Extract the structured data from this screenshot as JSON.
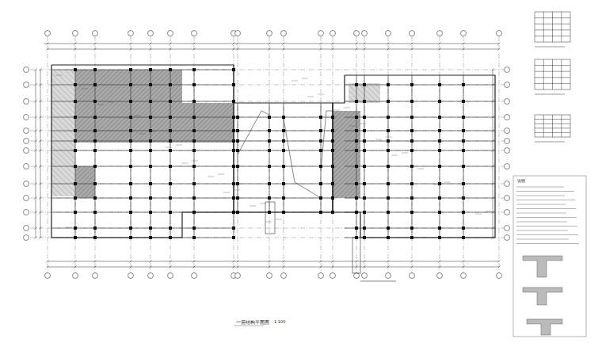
{
  "diagram": {
    "title": "一层结构平面图",
    "labels": [
      "1:100",
      "说明"
    ]
  }
}
